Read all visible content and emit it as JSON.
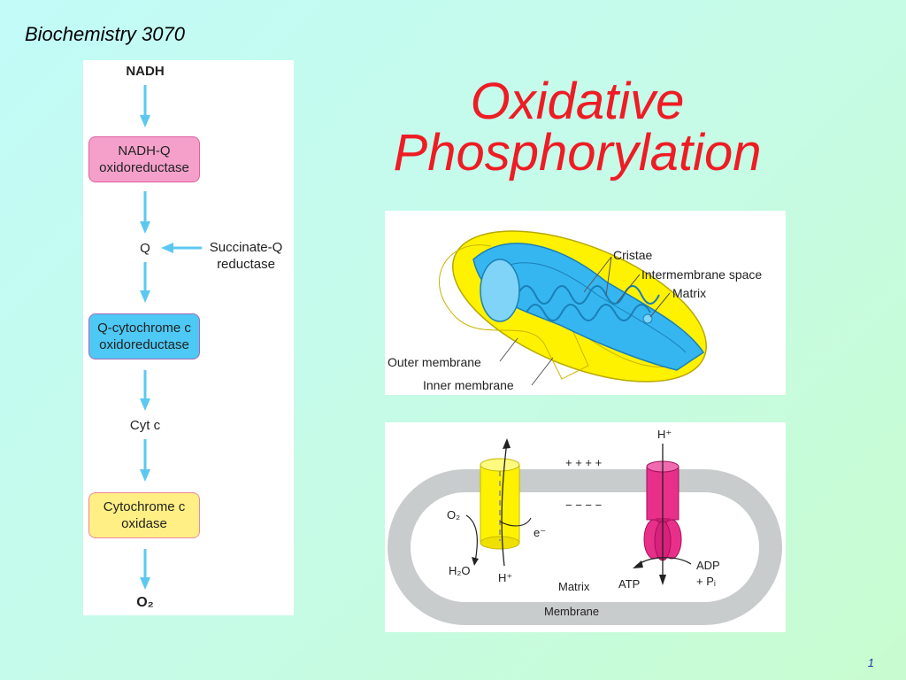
{
  "header": {
    "course": "Biochemistry 3070"
  },
  "title": {
    "line1": "Oxidative",
    "line2": "Phosphorylation"
  },
  "flow": {
    "start": "NADH",
    "complex1": [
      "NADH-Q",
      "oxidoreductase"
    ],
    "q": "Q",
    "succinate": [
      "Succinate-Q",
      "reductase"
    ],
    "complex3": [
      "Q-cytochrome c",
      "oxidoreductase"
    ],
    "cyt": "Cyt c",
    "complex4": [
      "Cytochrome c",
      "oxidase"
    ],
    "end": "O₂"
  },
  "mito": {
    "cristae": "Cristae",
    "intermembrane": "Intermembrane space",
    "matrix": "Matrix",
    "outer": "Outer membrane",
    "inner": "Inner membrane"
  },
  "membrane": {
    "h_top": "H⁺",
    "plus": "+ + + +",
    "minus": "− − − −",
    "o2": "O₂",
    "electron": "e⁻",
    "h2o": "H₂O",
    "h_bottom": "H⁺",
    "matrix": "Matrix",
    "atp": "ATP",
    "adp": "ADP",
    "pi": "+ Pᵢ",
    "membrane": "Membrane"
  },
  "colors": {
    "title": "#ee1c24",
    "arrow": "#5cc8f0",
    "pink": "#f4a0cb",
    "blue": "#4ec8f4",
    "yellow": "#ffef84"
  },
  "page": {
    "number": "1"
  }
}
